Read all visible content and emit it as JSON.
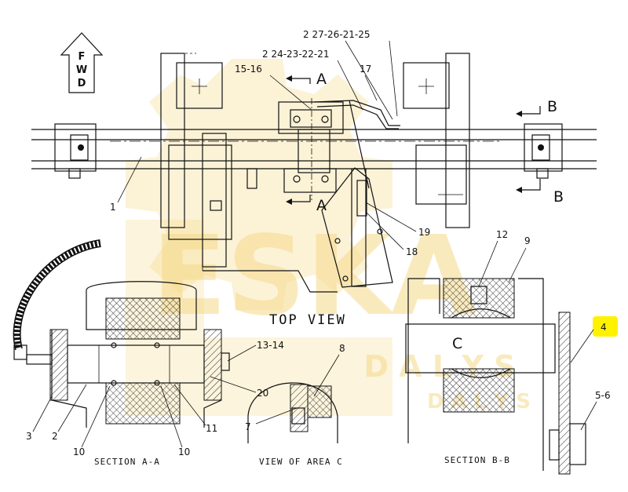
{
  "watermark": {
    "brand": "ESKA",
    "sub": "D A L Y S",
    "color": "#f5d98a"
  },
  "direction": {
    "letters": [
      "F",
      "W",
      "D"
    ]
  },
  "views": {
    "top_view": "TOP VIEW",
    "section_aa": "SECTION A-A",
    "view_area_c": "VIEW OF AREA C",
    "section_bb": "SECTION B-B"
  },
  "section_markers": {
    "a_top": "A",
    "a_bottom": "A",
    "b_top": "B",
    "b_bottom": "B",
    "c": "C"
  },
  "callouts": {
    "c1": "1",
    "c2": "2",
    "c3": "3",
    "c4": "4",
    "c56": "5-6",
    "c7": "7",
    "c8": "8",
    "c9": "9",
    "c10a": "10",
    "c10b": "10",
    "c11": "11",
    "c12": "12",
    "c1314": "13-14",
    "c1516": "15-16",
    "c17": "17",
    "c18": "18",
    "c19": "19",
    "c20": "20",
    "c24232221": "2 24-23-22-21",
    "c27262125": "2 27-26-21-25"
  },
  "highlight_color": "#fff200"
}
